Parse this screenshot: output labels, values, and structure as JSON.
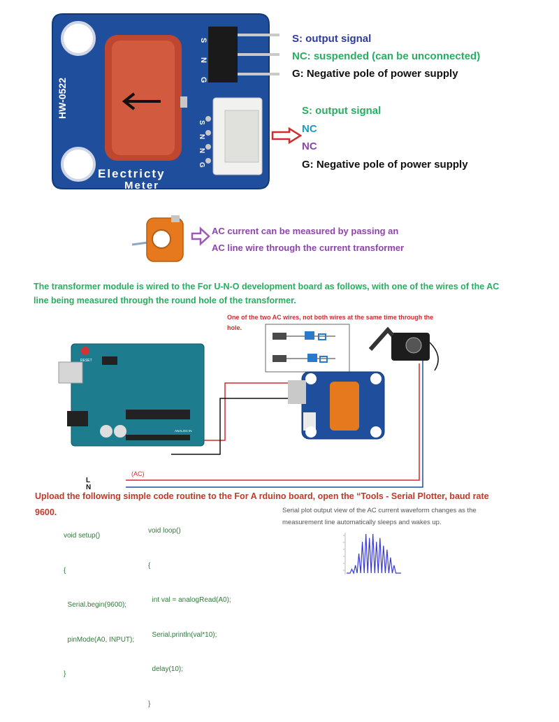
{
  "module": {
    "model": "HW-0522",
    "title_line1": "Electricty",
    "title_line2": "Meter",
    "pin_letters_top": [
      "S",
      "N",
      "G"
    ],
    "pin_letters_side": [
      "S",
      "N",
      "N",
      "G"
    ]
  },
  "pin_header_labels": [
    {
      "text": "S: output signal",
      "color": "#2e3a9e"
    },
    {
      "text": "NC: suspended (can be unconnected)",
      "color": "#27ae60"
    },
    {
      "text": "G: Negative pole of power supply",
      "color": "#111111"
    }
  ],
  "connector_labels": [
    {
      "text": "S: output signal",
      "color": "#27ae60"
    },
    {
      "text": "NC",
      "color": "#1a9bc4"
    },
    {
      "text": "NC",
      "color": "#8e44ad"
    },
    {
      "text": "G: Negative pole of power supply",
      "color": "#111111"
    }
  ],
  "ct_note": {
    "line1": "AC current can be measured by passing an",
    "line2": "AC line wire through the current transformer"
  },
  "wiring_description": "The transformer module is wired to the For U-N-O development board as follows, with one of the wires of the AC line being measured through the round hole of the transformer.",
  "wire_warning": {
    "line1": "One of the two AC wires, not both wires at the same time through the",
    "line2": "hole."
  },
  "board": {
    "reset_label": "RESET",
    "analog_label": "ANALOG IN"
  },
  "ac_lines": {
    "l": "L",
    "n": "N",
    "ac": "(AC)"
  },
  "upload_instruction": {
    "line1": "Upload the following simple code routine to the For A rduino board, open the  “Tools - Serial Plotter, baud rate",
    "line2": "9600."
  },
  "code_setup": [
    "void setup()",
    "{",
    "  Serial.begin(9600);",
    "  pinMode(A0, INPUT);",
    "}"
  ],
  "code_loop": [
    "void loop()",
    "{",
    "  int val = analogRead(A0);",
    "  Serial.println(val*10);",
    "  delay(10);",
    "}"
  ],
  "plot_note": {
    "line1": "Serial plot output view of the AC current waveform changes as the",
    "line2": "measurement line automatically sleeps and wakes up."
  },
  "chart_data": {
    "type": "line",
    "title": "",
    "xlabel": "",
    "ylabel": "",
    "series": [
      {
        "values": [
          0,
          0,
          0,
          1,
          0,
          2,
          0,
          5,
          0,
          8,
          0,
          10,
          0,
          9,
          0,
          10,
          0,
          8,
          0,
          9,
          0,
          7,
          0,
          6,
          0,
          4,
          0,
          2,
          0,
          0,
          0,
          0
        ]
      }
    ]
  },
  "colors": {
    "pcb_blue": "#1f4f9c",
    "transformer_red": "#c0472f",
    "arrow_red": "#d22b2b",
    "arrow_purple": "#9b59b6",
    "uno_teal": "#1d7d8e",
    "plot_blue": "#3a3ad8"
  }
}
